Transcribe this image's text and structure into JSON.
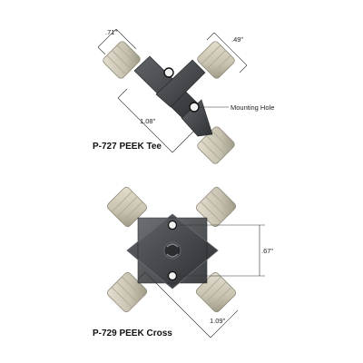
{
  "tee": {
    "caption": "P-727 PEEK Tee",
    "dims": {
      "left": ".71\"",
      "right": ".49\"",
      "bottom": "1.08\""
    },
    "callout": "Mounting Hole"
  },
  "cross": {
    "caption": "P-729 PEEK Cross",
    "dims": {
      "height": ".67\"",
      "bottom": "1.09\""
    }
  },
  "colors": {
    "body": "#3f4245",
    "body_light": "#5d6165",
    "fitting": "#cfc9b8",
    "fitting_shade": "#a39d8c",
    "line": "#333333"
  }
}
